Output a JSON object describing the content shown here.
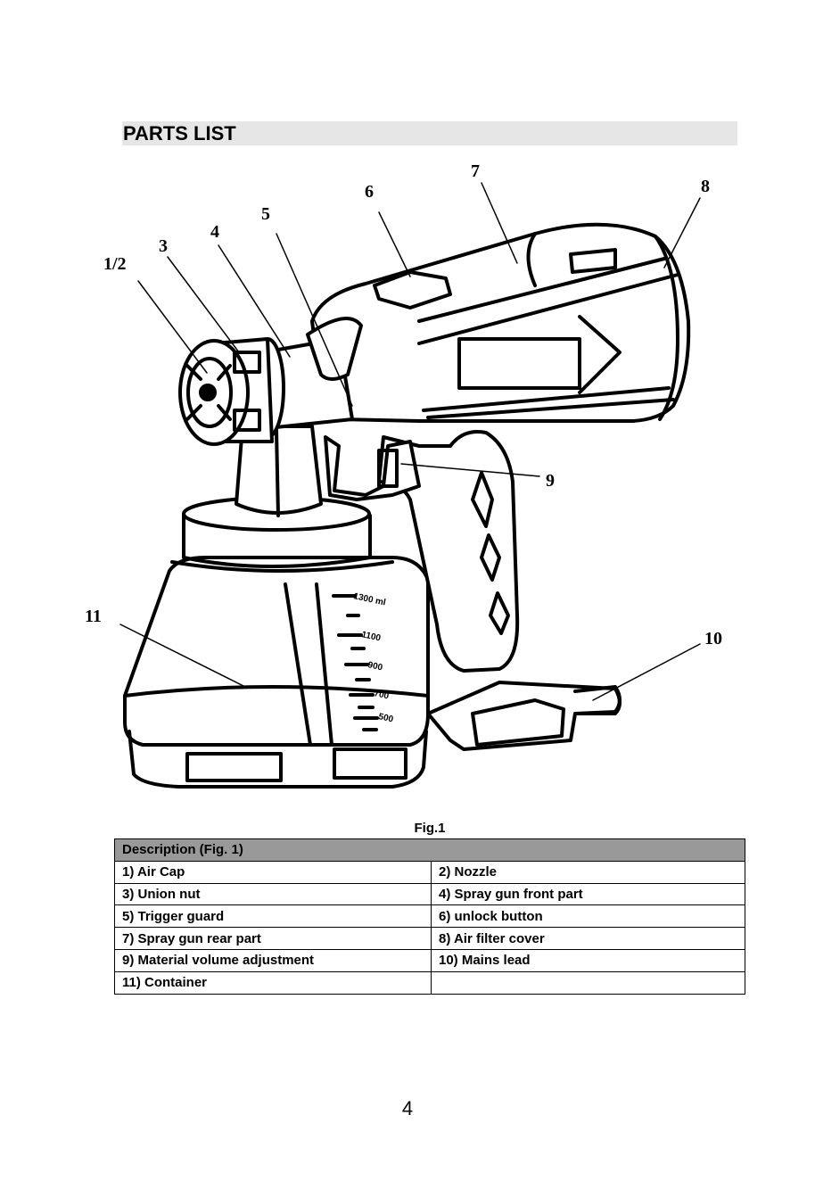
{
  "section": {
    "title": "PARTS LIST"
  },
  "figure": {
    "caption": "Fig.1",
    "callouts": [
      "1/2",
      "3",
      "4",
      "5",
      "6",
      "7",
      "8",
      "9",
      "10",
      "11"
    ],
    "scale_marks": [
      "1300 ml",
      "1100",
      "900",
      "700",
      "500"
    ]
  },
  "table": {
    "header": "Description (Fig. 1)",
    "rows": [
      [
        "1) Air Cap",
        "2) Nozzle"
      ],
      [
        "3) Union nut",
        "4) Spray gun front part"
      ],
      [
        "5) Trigger guard",
        "6) unlock button"
      ],
      [
        "7) Spray gun rear part",
        "8) Air filter cover"
      ],
      [
        "9) Material volume adjustment",
        "10) Mains lead"
      ],
      [
        "11) Container",
        ""
      ]
    ]
  },
  "page": {
    "number": "4"
  }
}
